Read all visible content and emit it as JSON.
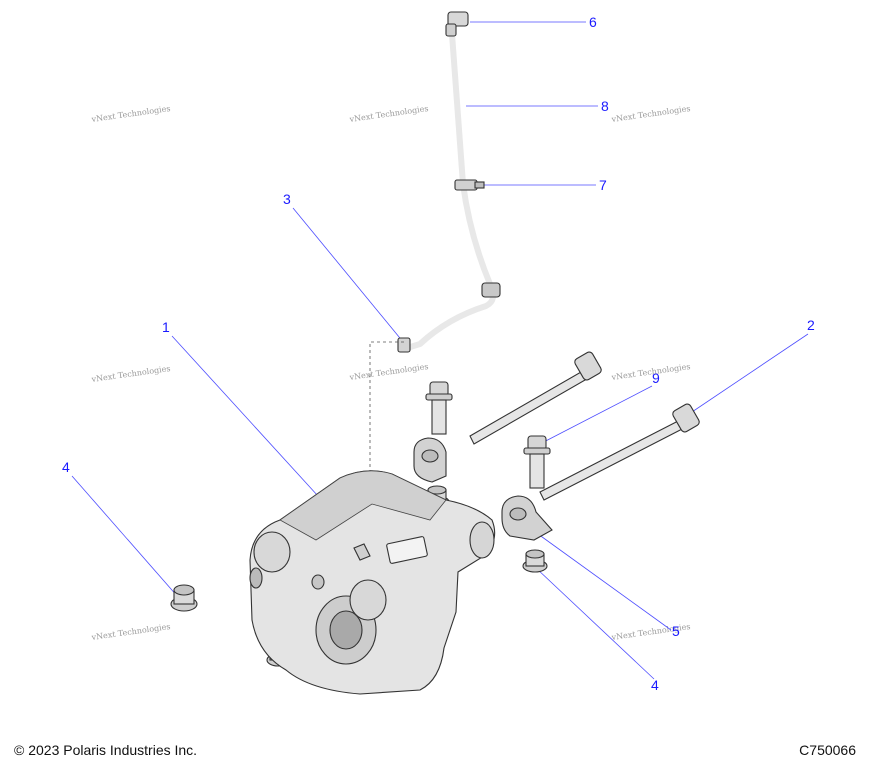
{
  "callouts": {
    "c1": "1",
    "c2": "2",
    "c3": "3",
    "c4a": "4",
    "c4b": "4",
    "c5": "5",
    "c6": "6",
    "c7": "7",
    "c8": "8",
    "c9": "9"
  },
  "watermark": {
    "text": "vNext Technologies"
  },
  "footer": {
    "copyright": "© 2023 Polaris Industries Inc.",
    "figure_code": "C750066"
  },
  "colors": {
    "callout": "#1a1aff",
    "part_fill": "#e4e4e4",
    "part_stroke": "#333333"
  }
}
